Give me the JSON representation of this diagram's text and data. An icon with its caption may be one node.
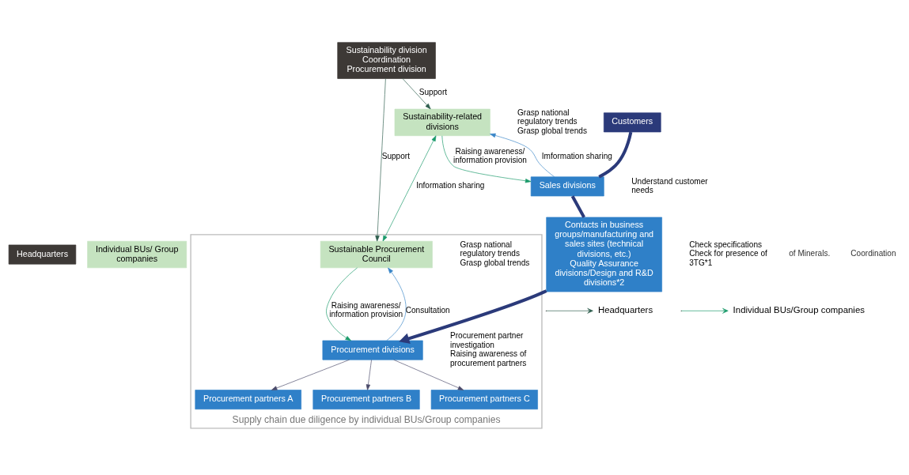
{
  "diagram": {
    "nodes": [
      {
        "text": [
          "Headquarters"
        ]
      },
      {
        "text": [
          "Individual BUs/ Group companies"
        ]
      },
      {
        "text": [
          "Sustainability division",
          "Coordination",
          "Procurement division"
        ]
      },
      {
        "text": [
          "Sustainability-related divisions"
        ],
        "beside": [
          "Grasp national regulatory trends",
          "Grasp global trends"
        ]
      },
      {
        "text": [
          "Customers"
        ]
      },
      {
        "text": [
          "Sales divisions"
        ],
        "beside": [
          "Understand customer needs"
        ]
      },
      {
        "text": [
          "Contacts in business groups/manufacturing and sales sites (technical divisions, etc.)",
          "Quality Assurance divisions/Design and R&D divisions*2"
        ],
        "beside": [
          "Check specifications",
          "Check for presence of 3TG*1"
        ]
      },
      {
        "text": [
          "Supply chain due diligence by individual BUs/Group companies"
        ]
      },
      {
        "text": [
          "Sustainable Procurement Council"
        ],
        "in": 7,
        "beside": [
          "Grasp national regulatory trends",
          "Grasp global trends"
        ]
      },
      {
        "text": [
          "Procurement divisions"
        ],
        "in": 7,
        "beside": [
          "Procurement partner investigation",
          "Raising awareness of procurement partners"
        ]
      },
      {
        "text": [
          "Procurement partners A"
        ],
        "in": 7
      },
      {
        "text": [
          "Procurement partners B"
        ],
        "in": 7
      },
      {
        "text": [
          "Procurement partners C"
        ],
        "in": 7
      }
    ],
    "edges": [
      {
        "from": 2,
        "to": 3,
        "arrow": "to",
        "label": "Support",
        "color": "#2e5e4e"
      },
      {
        "from": 2,
        "to": 8,
        "arrow": "to",
        "label": "Support",
        "color": "#2e5e4e"
      },
      {
        "from": 3,
        "to": 5,
        "arrow": "to",
        "label": "Raising awareness/ information provision",
        "color": "#1a9a6a"
      },
      {
        "from": 5,
        "to": 3,
        "arrow": "to",
        "label": "Imformation sharing",
        "color": "#3a86c8"
      },
      {
        "from": 3,
        "to": 8,
        "arrow": "both",
        "label": "Information sharing",
        "color": "#1a9a6a"
      },
      {
        "from": 8,
        "to": 9,
        "arrow": "to",
        "label": "Raising awareness/ information provision",
        "color": "#1a9a6a"
      },
      {
        "from": 9,
        "to": 8,
        "arrow": "to",
        "label": "Consultation",
        "color": "#3a86c8"
      },
      {
        "from": 4,
        "to": 5,
        "arrow": "none",
        "style": "thick",
        "color": "#2b3a7a"
      },
      {
        "from": 5,
        "to": 6,
        "arrow": "none",
        "style": "thick",
        "color": "#2b3a7a"
      },
      {
        "from": 6,
        "to": 9,
        "arrow": "to",
        "style": "thick",
        "color": "#2b3a7a"
      },
      {
        "from": 9,
        "to": 10,
        "arrow": "to",
        "color": "#4a4a6a"
      },
      {
        "from": 9,
        "to": 11,
        "arrow": "to",
        "color": "#4a4a6a"
      },
      {
        "from": 9,
        "to": 12,
        "arrow": "to",
        "color": "#4a4a6a"
      }
    ],
    "labels": [
      "of Minerals.",
      "Coordination"
    ],
    "legend": [
      {
        "text": "Headquarters"
      },
      {
        "text": "Individual BUs/Group companies"
      }
    ]
  }
}
